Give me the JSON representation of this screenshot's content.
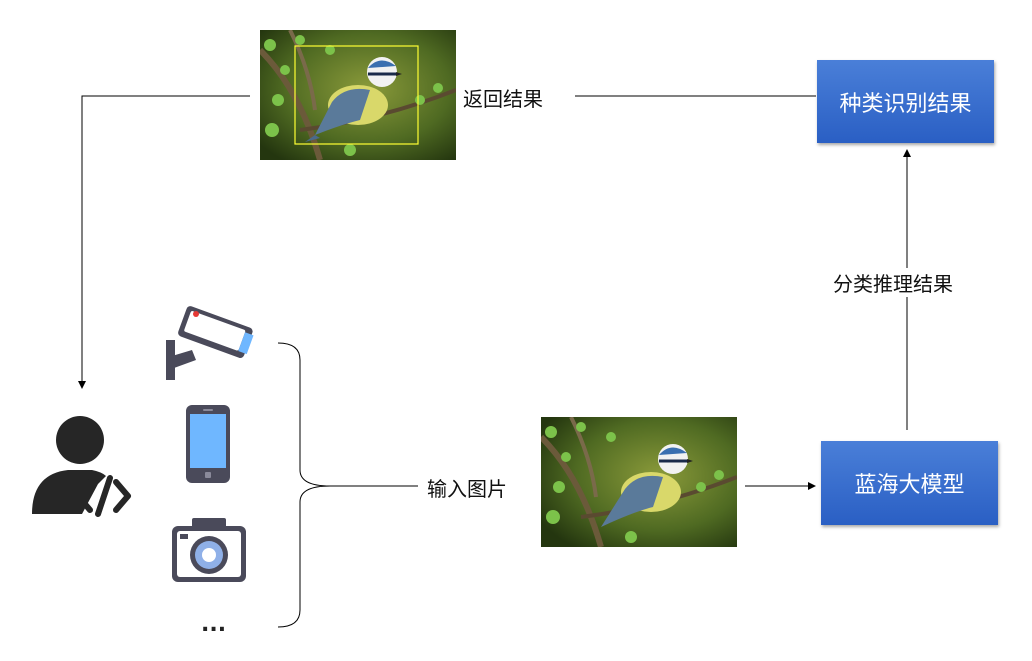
{
  "nodes": {
    "result_box": "种类识别结果",
    "model_box": "蓝海大模型"
  },
  "edges": {
    "return_label": "返回结果",
    "input_label": "输入图片",
    "inference_label": "分类推理结果"
  },
  "devices": {
    "more": "..."
  },
  "colors": {
    "box_fill": "#3366cc",
    "line": "#000000",
    "bbox": "#ffff33",
    "device_gray": "#4a4a5a",
    "screen_blue": "#6fb7ff"
  }
}
